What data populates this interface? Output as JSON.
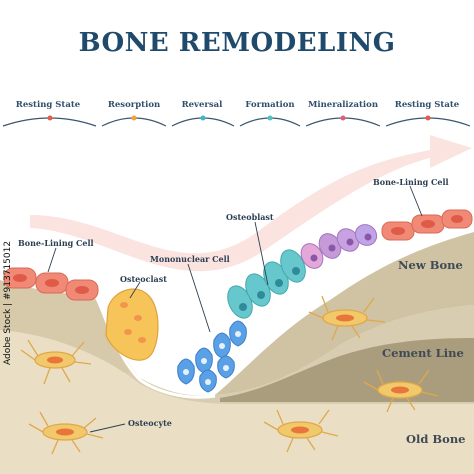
{
  "title": "BONE REMODELING",
  "phases": [
    "Resting State",
    "Resorption",
    "Reversal",
    "Formation",
    "Mineralization",
    "Resting State"
  ],
  "labels": {
    "bone_lining_left": "Bone-Lining Cell",
    "bone_lining_right": "Bone-Lining Cell",
    "osteoclast": "Osteoclast",
    "mononuclear": "Mononuclear Cell",
    "osteoblast": "Osteoblast",
    "osteocyte": "Osteocyte"
  },
  "layers": {
    "new_bone": "New Bone",
    "cement_line": "Cement Line",
    "old_bone": "Old Bone"
  },
  "watermark": "Adobe Stock | #913715012",
  "colors": {
    "title": "#1f4a6b",
    "old_bone": "#e9dfc6",
    "cement_bone": "#c5b999",
    "new_bone": "#a99d7e",
    "lining_cell": "#f08a76",
    "osteoclast": "#f7c45a",
    "mononuclear": "#5aa0e6",
    "osteoblast": "#66c8cc",
    "mineralization": "#c49ad8",
    "osteocyte": "#f2c96a",
    "arrow": "#f6c2ba"
  }
}
